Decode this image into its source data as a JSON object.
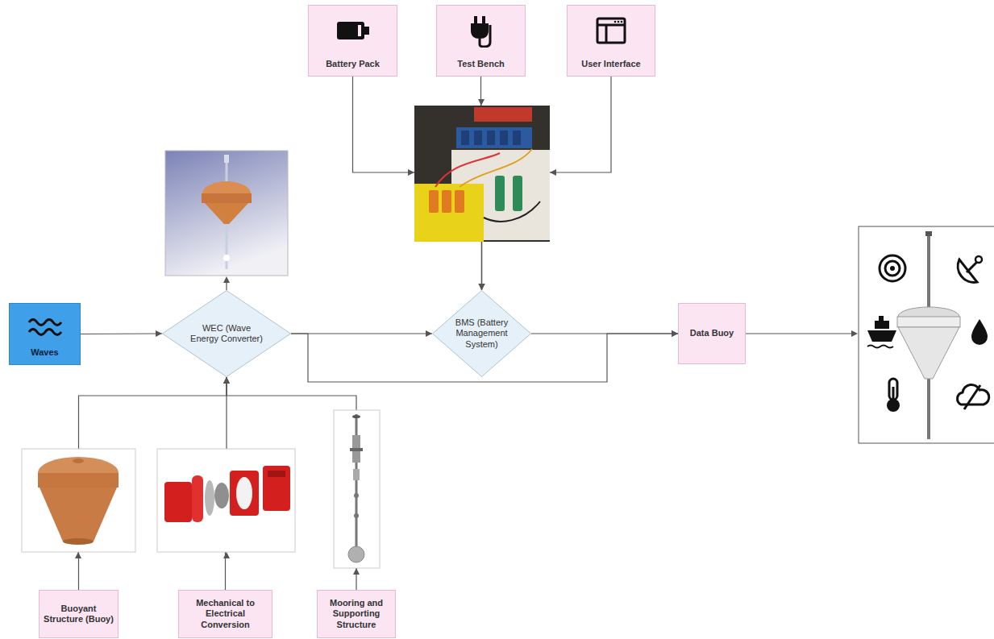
{
  "diagram": {
    "nodes": [
      {
        "text": [
          "Battery Pack"
        ]
      },
      {
        "text": [
          "Test Bench"
        ]
      },
      {
        "text": [
          "User Interface"
        ]
      },
      {
        "text": [
          "Waves"
        ]
      },
      {
        "text": [
          "WEC (Wave Energy Converter)"
        ]
      },
      {
        "text": [
          "BMS (Battery Management System)"
        ]
      },
      {
        "text": [
          "Data Buoy"
        ]
      },
      {
        "text": [
          "Buoyant Structure (Buoy)"
        ]
      },
      {
        "text": [
          "Mechanical to Electrical Conversion"
        ]
      },
      {
        "text": [
          "Mooring and Supporting Structure"
        ]
      }
    ],
    "edges": [
      {
        "from": 3,
        "to": 4,
        "arrow": "to"
      },
      {
        "from": 4,
        "to": 5,
        "arrow": "to"
      },
      {
        "from": 4,
        "to": 6,
        "arrow": "to"
      },
      {
        "from": 5,
        "to": 6,
        "arrow": "to"
      },
      {
        "from": 0,
        "to": 5,
        "arrow": "to"
      },
      {
        "from": 1,
        "to": 5,
        "arrow": "to"
      },
      {
        "from": 2,
        "to": 5,
        "arrow": "to"
      },
      {
        "from": 7,
        "to": 4,
        "arrow": "to"
      },
      {
        "from": 8,
        "to": 4,
        "arrow": "to"
      },
      {
        "from": 9,
        "to": 4,
        "arrow": "to"
      }
    ]
  }
}
